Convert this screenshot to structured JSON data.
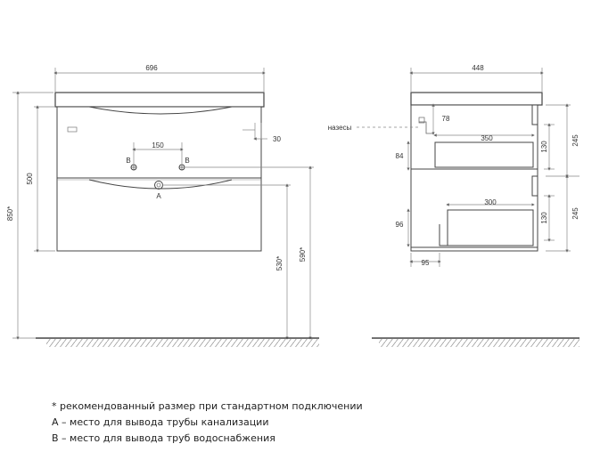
{
  "front_view": {
    "dims": {
      "width_total": "696",
      "height_total": "850*",
      "height_body": "500",
      "tap_spacing": "150",
      "tap_offset": "30",
      "drain_height": "530*",
      "supply_height": "590*"
    },
    "labels": {
      "tap_left": "B",
      "tap_right": "B",
      "drain": "A"
    }
  },
  "side_view": {
    "dims": {
      "depth_total": "448",
      "top_offset": "78",
      "drawer1_depth": "350",
      "drawer1_height": "130",
      "drawer1_front": "84",
      "drawer2_depth": "300",
      "drawer2_height": "130",
      "drawer2_front": "96",
      "upper_section": "245",
      "lower_section": "245",
      "toe_depth": "95"
    },
    "labels": {
      "sinks": "назесы"
    }
  },
  "notes": [
    "* рекомендованный размер при стандартном подключении",
    "А – место для вывода трубы канализации",
    "В – место для вывода труб водоснабжения"
  ],
  "colors": {
    "line": "#555555",
    "dim_line": "#888888",
    "text": "#333333"
  }
}
